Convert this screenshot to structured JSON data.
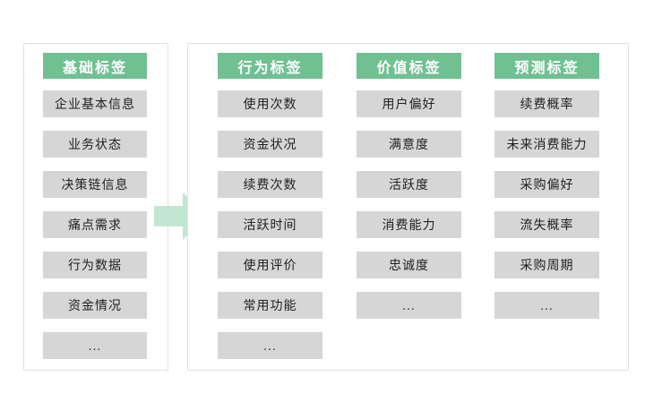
{
  "columns": [
    {
      "title": "基础标签",
      "items": [
        "企业基本信息",
        "业务状态",
        "决策链信息",
        "痛点需求",
        "行为数据",
        "资金情况",
        "..."
      ]
    },
    {
      "title": "行为标签",
      "items": [
        "使用次数",
        "资金状况",
        "续费次数",
        "活跃时间",
        "使用评价",
        "常用功能",
        "..."
      ]
    },
    {
      "title": "价值标签",
      "items": [
        "用户偏好",
        "满意度",
        "活跃度",
        "消费能力",
        "忠诚度",
        "..."
      ]
    },
    {
      "title": "预测标签",
      "items": [
        "续费概率",
        "未来消费能力",
        "采购偏好",
        "流失概率",
        "采购周期",
        "..."
      ]
    }
  ],
  "colors": {
    "header_bg": "#70c092",
    "item_bg": "#d6d6d6",
    "item_text": "#1f1f1f",
    "arrow": "#b9e2cb",
    "panel_border": "#e2e2e2"
  }
}
